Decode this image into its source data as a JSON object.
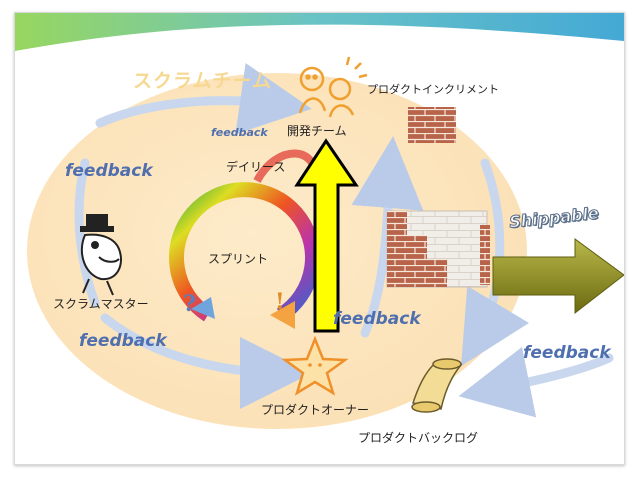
{
  "labels": {
    "scrum_team": "スクラムチーム",
    "dev_team": "開発チーム",
    "product_increment": "プロダクトインクリメント",
    "daily_scrum": "デイリース",
    "sprint": "スプリント",
    "scrum_master": "スクラムマスター",
    "product_owner": "プロダクトオーナー",
    "product_backlog": "プロダクトバックログ",
    "shippable": "Shippable"
  },
  "feedback": {
    "f1": "feedback",
    "f2": "feedback",
    "f3": "feedback",
    "f4": "feedback",
    "f5": "feedback"
  },
  "marks": {
    "question": "?",
    "exclaim": "!"
  },
  "colors": {
    "team_ellipse": "#fbe3bd",
    "feedback_text": "#4f6fae",
    "flow_arrow": "#c8d7ee",
    "big_arrow_fill": "#ffff00",
    "ship_arrow": "#8f8e1a",
    "brick": "#b8644a",
    "banner": "#4fb6c9"
  },
  "icons": [
    "dev-team-icon",
    "brick-stack-icon",
    "scrum-master-icon",
    "product-owner-star-icon",
    "backlog-scroll-icon",
    "brick-wall-icon",
    "shippable-arrow-icon",
    "sprint-cycle-icon",
    "upward-arrow-icon"
  ]
}
